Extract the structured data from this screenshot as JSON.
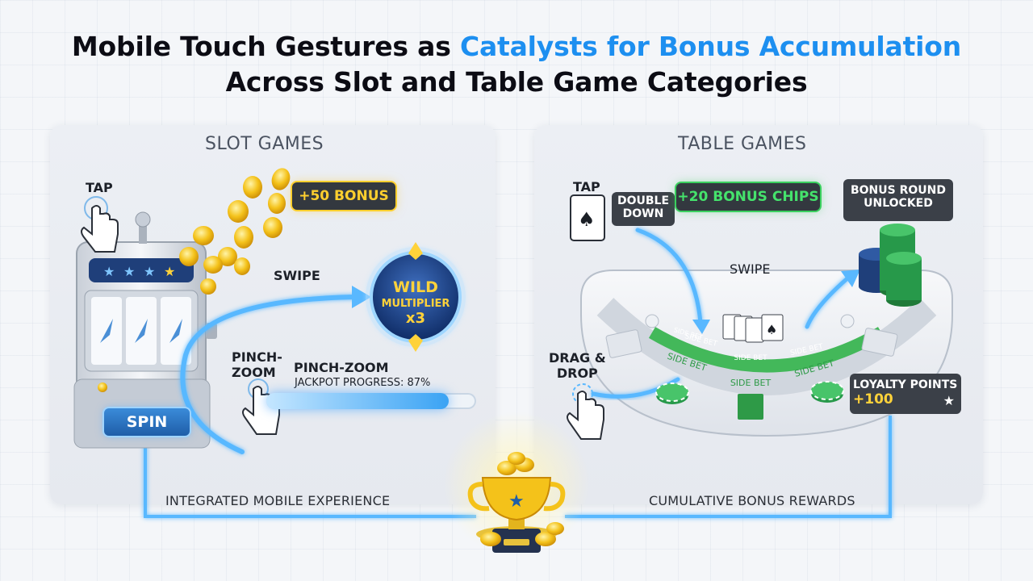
{
  "title": {
    "line1_prefix": "Mobile Touch Gestures as ",
    "line1_accent": "Catalysts for Bonus Accumulation",
    "line2": "Across Slot and Table Game Categories"
  },
  "slot": {
    "panel_title": "SLOT GAMES",
    "tap": "TAP",
    "swipe": "SWIPE",
    "pinch_1": "PINCH-",
    "pinch_2": "ZOOM",
    "bonus_badge": "+50 BONUS",
    "wild_1": "WILD",
    "wild_2": "MULTIPLIER",
    "wild_3": "x3",
    "progress_title": "PINCH-ZOOM",
    "progress_label": "JACKPOT PROGRESS: 87%",
    "progress_value": 87,
    "spin": "SPIN"
  },
  "table": {
    "panel_title": "TABLE GAMES",
    "tap": "TAP",
    "double_down_1": "DOUBLE",
    "double_down_2": "DOWN",
    "chips_badge": "+20 BONUS CHIPS",
    "bonus_round_1": "BONUS ROUND",
    "bonus_round_2": "UNLOCKED",
    "swipe": "SWIPE",
    "drag_1": "DRAG &",
    "drag_2": "DROP",
    "side_bet": "SIDE BET",
    "side_bet_arc_1": "SIDE BET",
    "side_bet_arc_2": "SIDE BET",
    "side_bet_arc_3": "SIDE BET",
    "side_bet_arc_4": "SIDE BET",
    "side_bet_left": "SIDE BET",
    "side_bet_right": "SIDE BET",
    "loyalty_1": "LOYALTY POINTS",
    "loyalty_2": "+100"
  },
  "footer": {
    "left": "INTEGRATED MOBILE EXPERIENCE",
    "right": "CUMULATIVE BONUS REWARDS"
  },
  "colors": {
    "accent_blue": "#1d8ff0",
    "bonus_gold": "#ffcf2e",
    "bonus_green": "#45e36c",
    "glow_blue": "#59b8ff"
  }
}
